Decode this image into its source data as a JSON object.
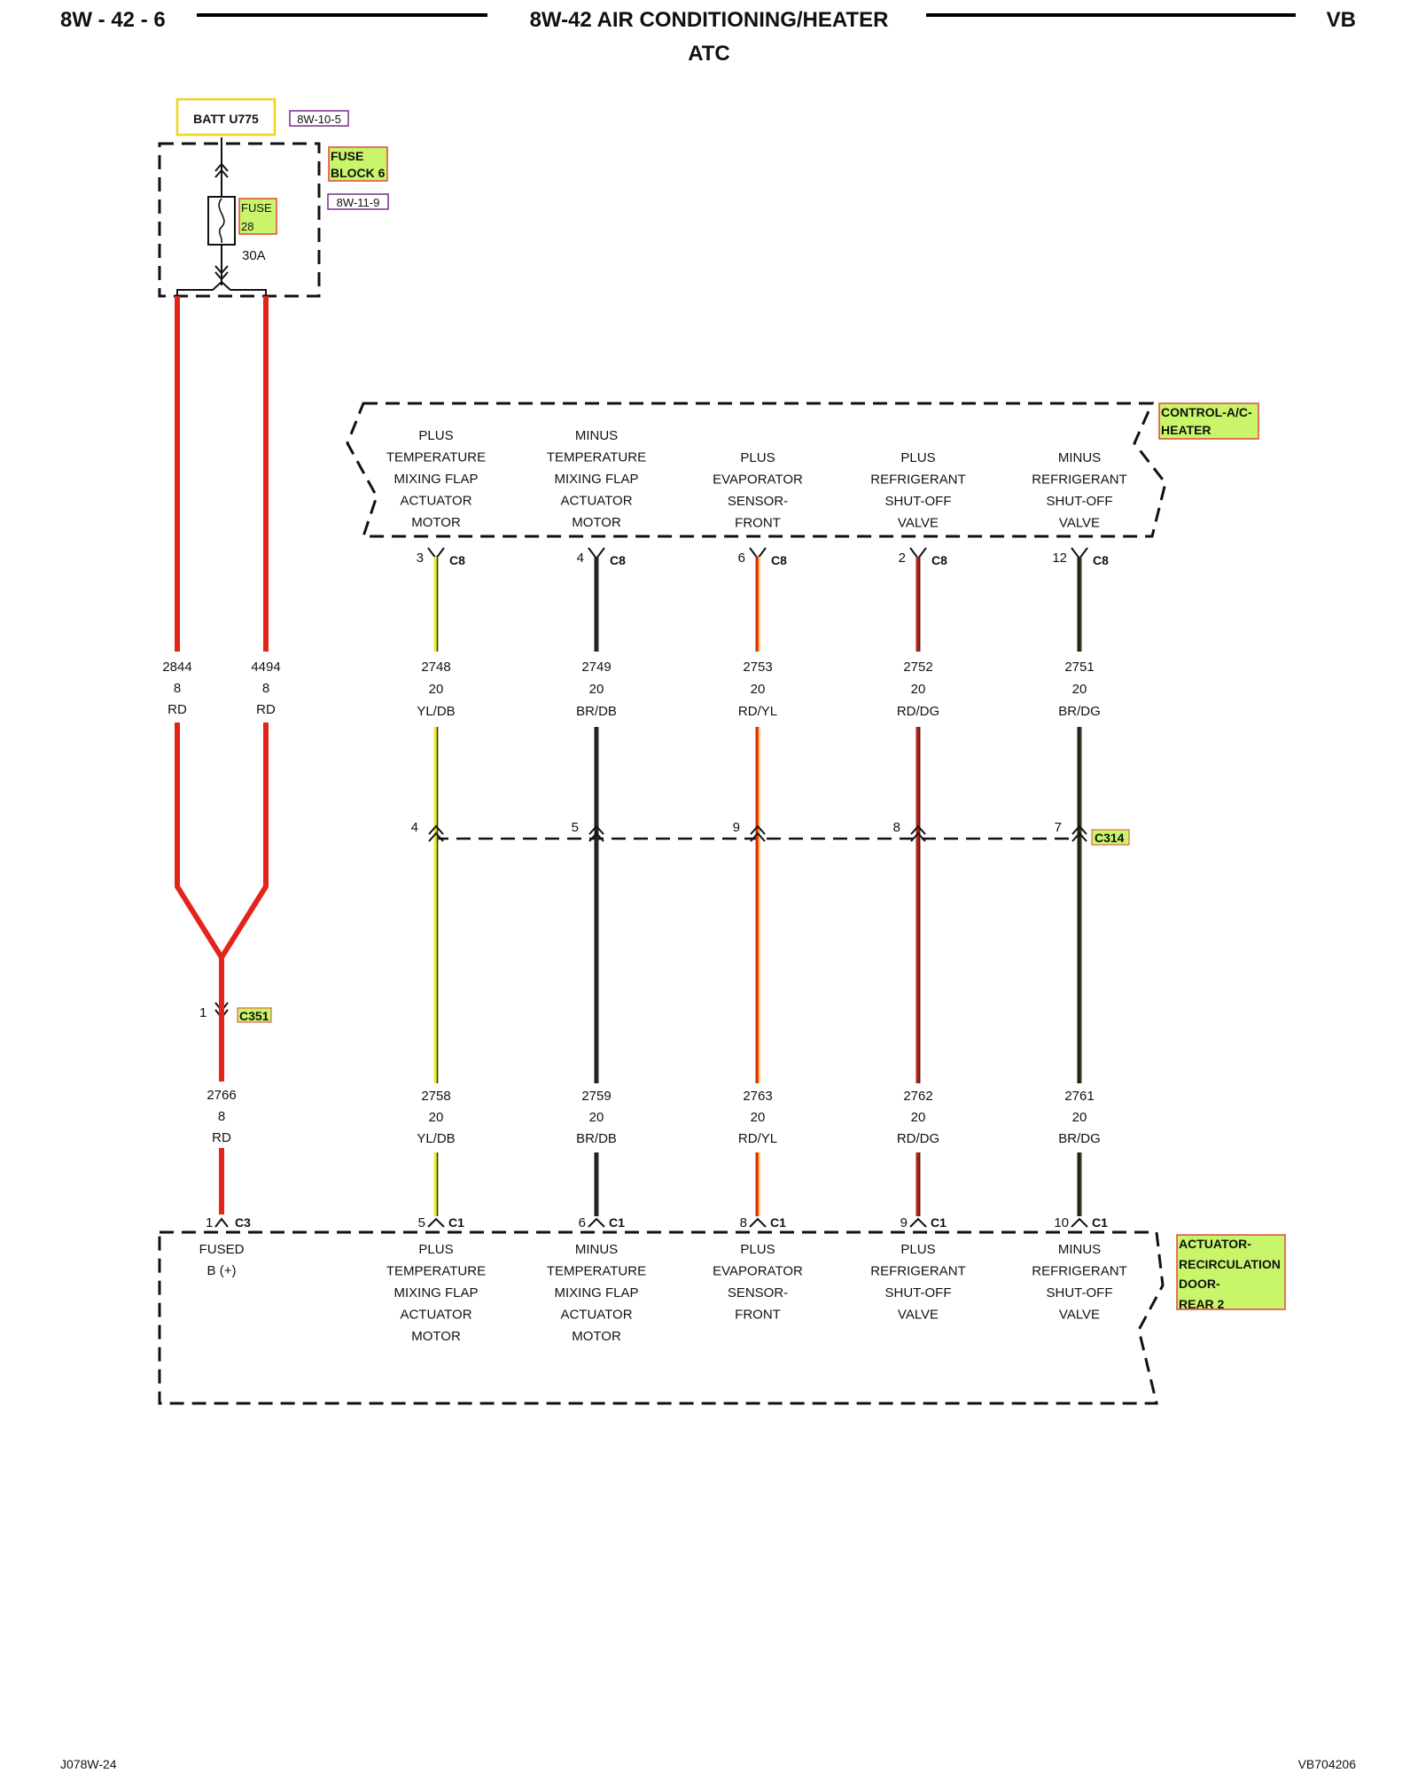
{
  "header": {
    "page_number": "8W - 42 - 6",
    "title": "8W-42 AIR CONDITIONING/HEATER",
    "subtitle": "ATC",
    "vehicle_code": "VB"
  },
  "power": {
    "batt_label": "BATT U775",
    "batt_ref": "8W-10-5",
    "fuse_block_lines": [
      "FUSE",
      "BLOCK 6"
    ],
    "fuse_block_ref": "8W-11-9",
    "fuse_lines": [
      "FUSE",
      "28"
    ],
    "fuse_rating": "30A"
  },
  "supply_wires": [
    {
      "circuit": "2844",
      "gauge": "8",
      "color_code": "RD"
    },
    {
      "circuit": "4494",
      "gauge": "8",
      "color_code": "RD"
    }
  ],
  "splice": {
    "pin": "1",
    "connector": "C351"
  },
  "feed_wire": {
    "circuit": "2766",
    "gauge": "8",
    "color_code": "RD"
  },
  "control_module": {
    "tag_lines": [
      "CONTROL-A/C-",
      "HEATER"
    ],
    "connector": "C8"
  },
  "inline_connector": {
    "label": "C314"
  },
  "actuator": {
    "tag_lines": [
      "ACTUATOR-",
      "RECIRCULATION",
      "DOOR-",
      "REAR 2"
    ],
    "power_pin": "1",
    "power_connector": "C3",
    "power_function_lines": [
      "FUSED",
      "B (+)"
    ],
    "signal_connector": "C1"
  },
  "channels": [
    {
      "function_lines": [
        "PLUS",
        "TEMPERATURE",
        "MIXING FLAP",
        "ACTUATOR",
        "MOTOR"
      ],
      "c8_pin": "3",
      "upper": {
        "circuit": "2748",
        "gauge": "20",
        "color_code": "YL/DB"
      },
      "c314_pin": "4",
      "lower": {
        "circuit": "2758",
        "gauge": "20",
        "color_code": "YL/DB"
      },
      "c1_pin": "5",
      "primary_color": "#f2ea2a",
      "stripe_color": "#1f2f4f"
    },
    {
      "function_lines": [
        "MINUS",
        "TEMPERATURE",
        "MIXING FLAP",
        "ACTUATOR",
        "MOTOR"
      ],
      "c8_pin": "4",
      "upper": {
        "circuit": "2749",
        "gauge": "20",
        "color_code": "BR/DB"
      },
      "c314_pin": "5",
      "lower": {
        "circuit": "2759",
        "gauge": "20",
        "color_code": "BR/DB"
      },
      "c1_pin": "6",
      "primary_color": "#2a1c14",
      "stripe_color": "#1f2f4f"
    },
    {
      "function_lines": [
        "PLUS",
        "EVAPORATOR",
        "SENSOR-",
        "FRONT"
      ],
      "c8_pin": "6",
      "upper": {
        "circuit": "2753",
        "gauge": "20",
        "color_code": "RD/YL"
      },
      "c314_pin": "9",
      "lower": {
        "circuit": "2763",
        "gauge": "20",
        "color_code": "RD/YL"
      },
      "c1_pin": "8",
      "primary_color": "#e3241b",
      "stripe_color": "#f2ea2a"
    },
    {
      "function_lines": [
        "PLUS",
        "REFRIGERANT",
        "SHUT-OFF",
        "VALVE"
      ],
      "c8_pin": "2",
      "upper": {
        "circuit": "2752",
        "gauge": "20",
        "color_code": "RD/DG"
      },
      "c314_pin": "8",
      "lower": {
        "circuit": "2762",
        "gauge": "20",
        "color_code": "RD/DG"
      },
      "c1_pin": "9",
      "primary_color": "#b5201a",
      "stripe_color": "#1f3a1f"
    },
    {
      "function_lines": [
        "MINUS",
        "REFRIGERANT",
        "SHUT-OFF",
        "VALVE"
      ],
      "c8_pin": "12",
      "upper": {
        "circuit": "2751",
        "gauge": "20",
        "color_code": "BR/DG"
      },
      "c314_pin": "7",
      "lower": {
        "circuit": "2761",
        "gauge": "20",
        "color_code": "BR/DG"
      },
      "c1_pin": "10",
      "primary_color": "#2a1c14",
      "stripe_color": "#2c4a2c"
    }
  ],
  "footer": {
    "left": "J078W-24",
    "right": "VB704206"
  },
  "colors": {
    "red_wire": "#e3241b",
    "highlight": "#c8f56a",
    "tag_border": "#e0483a",
    "batt_border": "#f2d21b",
    "ref_border": "#7a2b8a"
  }
}
